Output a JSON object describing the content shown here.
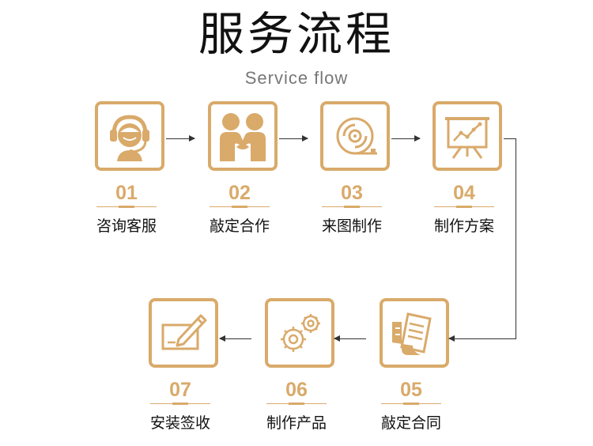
{
  "header": {
    "title": "服务流程",
    "subtitle": "Service flow"
  },
  "colors": {
    "accent": "#d9aa6a",
    "text": "#111111",
    "subtitle": "#777777",
    "arrow": "#333333"
  },
  "steps": [
    {
      "num": "01",
      "label": "咨询客服",
      "icon": "headset-agent-icon"
    },
    {
      "num": "02",
      "label": "敲定合作",
      "icon": "handshake-people-icon"
    },
    {
      "num": "03",
      "label": "来图制作",
      "icon": "disc-roll-icon"
    },
    {
      "num": "04",
      "label": "制作方案",
      "icon": "presentation-chart-icon"
    },
    {
      "num": "05",
      "label": "敲定合同",
      "icon": "contract-document-icon"
    },
    {
      "num": "06",
      "label": "制作产品",
      "icon": "gears-icon"
    },
    {
      "num": "07",
      "label": "安装签收",
      "icon": "sign-pen-icon"
    }
  ]
}
